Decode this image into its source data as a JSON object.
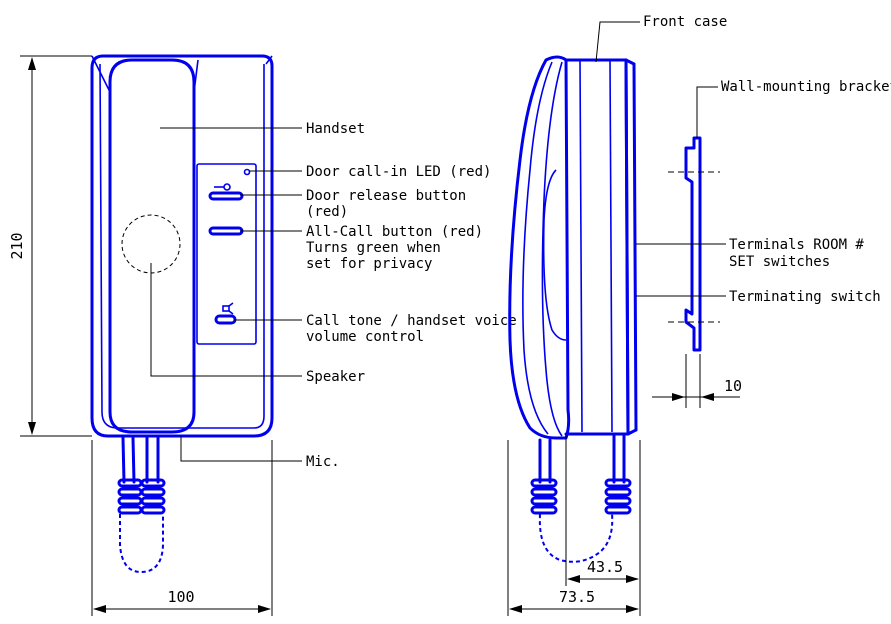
{
  "callouts": {
    "front_case": "Front case",
    "wall_bracket": "Wall-mounting bracket",
    "handset": "Handset",
    "door_led": "Door call-in LED (red)",
    "door_release_1": "Door release button",
    "door_release_2": "(red)",
    "all_call_1": "All-Call button (red)",
    "all_call_2": "Turns green when",
    "all_call_3": "set for privacy",
    "terminals_1": "Terminals ROOM #",
    "terminals_2": "SET switches",
    "terminating": "Terminating switch",
    "volume_1": "Call tone / handset voice",
    "volume_2": "volume control",
    "speaker": "Speaker",
    "mic": "Mic."
  },
  "dimensions": {
    "height": "210",
    "width": "100",
    "depth_total": "73.5",
    "depth_body": "43.5",
    "bracket": "10"
  },
  "colors": {
    "drawing": "#0000ee",
    "leader": "#000000"
  }
}
